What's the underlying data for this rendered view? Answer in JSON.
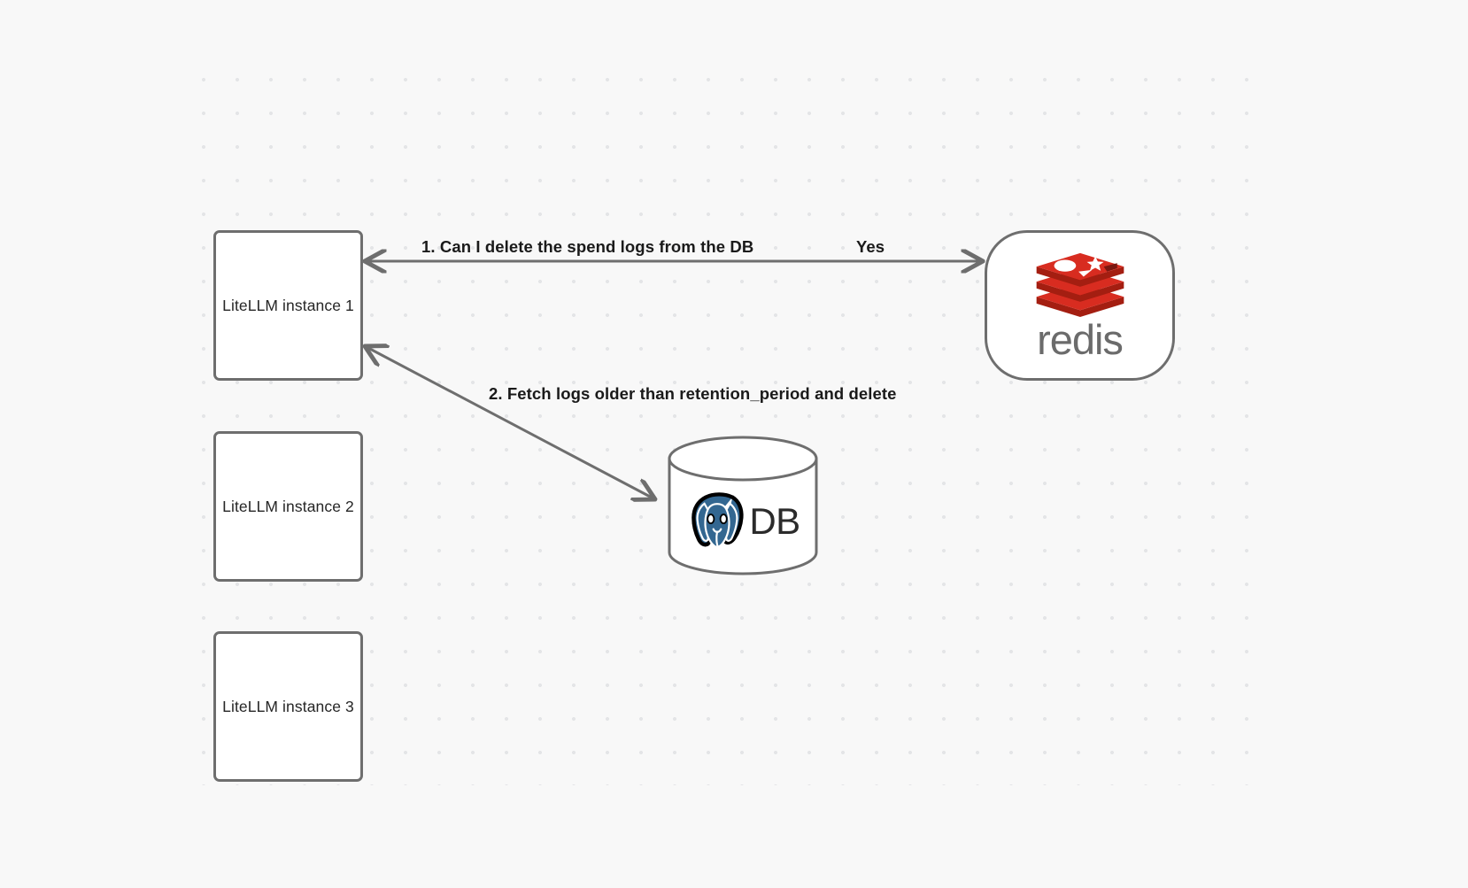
{
  "diagram": {
    "type": "flow-diagram",
    "background_color": "#f8f8f8",
    "grid_dot_color": "#e4e5e7",
    "node_border_color": "#6e6e6e",
    "edge_color": "#6e6e6e",
    "nodes": [
      {
        "id": "litellm-1",
        "label": "LiteLLM instance 1",
        "shape": "rounded-rect"
      },
      {
        "id": "litellm-2",
        "label": "LiteLLM instance 2",
        "shape": "rounded-rect"
      },
      {
        "id": "litellm-3",
        "label": "LiteLLM instance 3",
        "shape": "rounded-rect"
      },
      {
        "id": "redis",
        "label": "redis",
        "shape": "stadium",
        "icon": "redis-logo-icon"
      },
      {
        "id": "db",
        "label": "DB",
        "shape": "cylinder",
        "icon": "postgresql-elephant-icon"
      }
    ],
    "edges": [
      {
        "id": "edge-1",
        "from": "litellm-1",
        "to": "redis",
        "label": "1.  Can I delete the spend logs from the DB",
        "reply_label": "Yes",
        "arrows": "both"
      },
      {
        "id": "edge-2",
        "from": "litellm-1",
        "to": "db",
        "label": "2.  Fetch logs older than retention_period and delete",
        "arrows": "both"
      }
    ]
  },
  "redis": {
    "wordmark": "redis",
    "logo_red": "#d82c20",
    "logo_red_dark": "#a41e11",
    "wordmark_color": "#6b6b6b"
  },
  "db": {
    "text": "DB",
    "elephant_blue": "#336791"
  }
}
